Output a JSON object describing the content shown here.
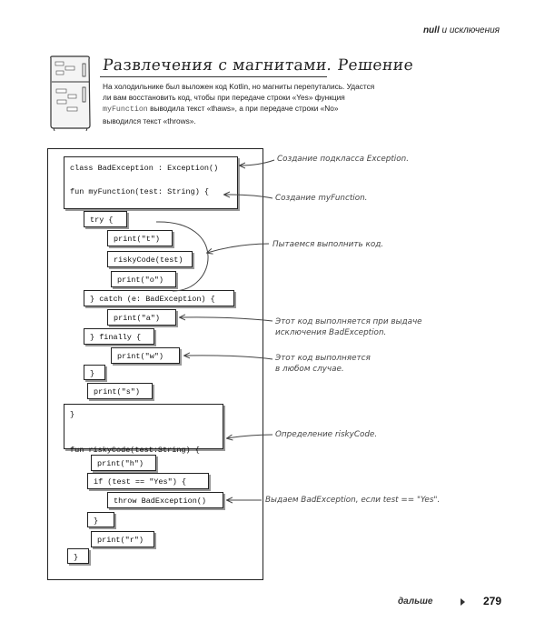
{
  "header": {
    "title_bold": "null",
    "title_rest": " и исключения"
  },
  "section": {
    "title": "Развлечения с магнитами. Решение",
    "intro_part1": "На холодильнике был выложен код Kotlin, но магниты перепутались. Удастся ли вам восстановить код, чтобы при передаче строки «Yes» функция ",
    "intro_code": "myFunction",
    "intro_part2": " выводила текст «thaws», а при передаче строки «No» выводился текст «throws»."
  },
  "magnets": {
    "block1": "class BadException : Exception()\n\nfun myFunction(test: String) {",
    "try": "try {",
    "print_t": "print(\"t\")",
    "risky_call": "riskyCode(test)",
    "print_o": "print(\"o\")",
    "catch": "} catch (e: BadException) {",
    "print_a": "print(\"a\")",
    "finally": "} finally {",
    "print_w": "print(\"w\")",
    "close1": "}",
    "print_s": "print(\"s\")",
    "block2": "}\n\n\nfun riskyCode(test:String) {",
    "print_h": "print(\"h\")",
    "if_test": "if (test == \"Yes\") {",
    "throw": "throw BadException()",
    "close2": "}",
    "print_r": "print(\"r\")",
    "close3": "}"
  },
  "notes": {
    "subclass": "Создание подкласса Exception.",
    "myfunction": "Создание myFunction.",
    "try_exec": "Пытаемся выполнить код.",
    "on_exception": "Этот код выполняется при выдаче\nисключения BadException.",
    "always": "Этот код выполняется\nв любом случае.",
    "risky_def": "Определение riskyCode.",
    "throw_note": "Выдаем BadException, если test == \"Yes\"."
  },
  "footer": {
    "next": "дальше",
    "page": "279"
  }
}
